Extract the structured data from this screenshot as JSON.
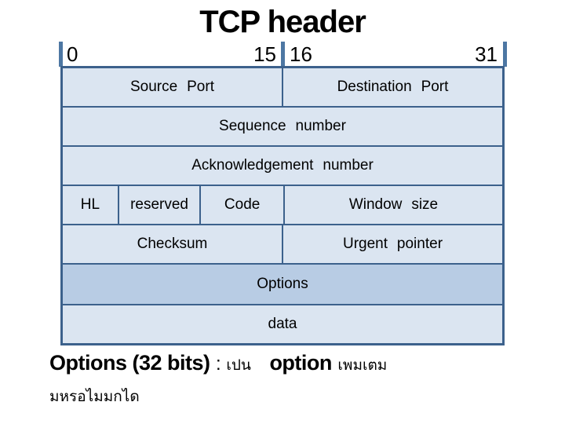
{
  "slide": {
    "title": "TCP header"
  },
  "ruler": {
    "bit_start": "0",
    "bit_15": "15",
    "bit_16": "16",
    "bit_end": "31"
  },
  "header_table": {
    "rows": [
      {
        "cells": [
          {
            "label": "Source Port"
          },
          {
            "label": "Destination Port"
          }
        ]
      },
      {
        "cells": [
          {
            "label": "Sequence number"
          }
        ]
      },
      {
        "cells": [
          {
            "label": "Acknowledgement number"
          }
        ]
      },
      {
        "cells": [
          {
            "label": "HL"
          },
          {
            "label": "reserved"
          },
          {
            "label": "Code"
          },
          {
            "label": "Window size"
          }
        ]
      },
      {
        "cells": [
          {
            "label": "Checksum"
          },
          {
            "label": "Urgent pointer"
          }
        ]
      },
      {
        "cells": [
          {
            "label": "Options"
          }
        ]
      },
      {
        "cells": [
          {
            "label": "data"
          }
        ]
      }
    ]
  },
  "note": {
    "latin_lead": "Options (32 bits)",
    "separator": ":",
    "thai_part1": "เปน",
    "latin_mid": "option",
    "thai_part2": "เพมเตม",
    "line2": "มหรอไมมกได"
  },
  "colors": {
    "cell_fill": "#dbe5f1",
    "options_fill": "#b8cce4",
    "border": "#3c618c",
    "tick": "#4d77a3",
    "text": "#000000",
    "background": "#ffffff"
  }
}
